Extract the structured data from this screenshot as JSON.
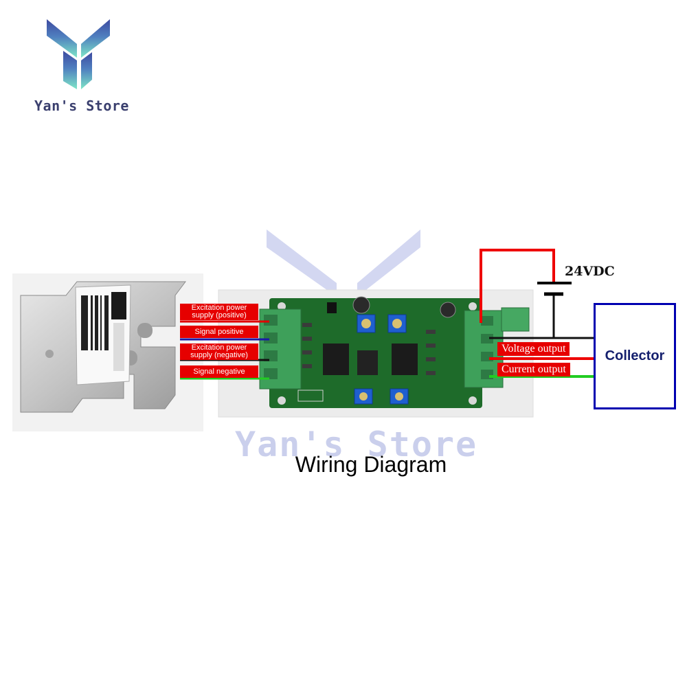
{
  "brand": {
    "name": "Yan's Store"
  },
  "watermark": {
    "text": "Yan's Store"
  },
  "caption": "Wiring Diagram",
  "power": {
    "label": "24VDC"
  },
  "collector": {
    "label": "Collector"
  },
  "input_wires": [
    {
      "label": "Excitation power\nsupply (positive)",
      "color": "#e00000"
    },
    {
      "label": "Signal positive",
      "color": "#1a1aa8"
    },
    {
      "label": "Excitation power\nsupply (negative)",
      "color": "#111111"
    },
    {
      "label": "Signal negative",
      "color": "#22cc22"
    }
  ],
  "output_wires": [
    {
      "label": "Voltage output",
      "color": "#e00000"
    },
    {
      "label": "Current output",
      "color": "#22cc22"
    }
  ],
  "colors": {
    "logo_top": "#3d4aa0",
    "logo_bottom": "#7ee6c7",
    "board": "#1e6b2a",
    "terminal": "#3ea05a",
    "collector_border": "#0000b0"
  }
}
